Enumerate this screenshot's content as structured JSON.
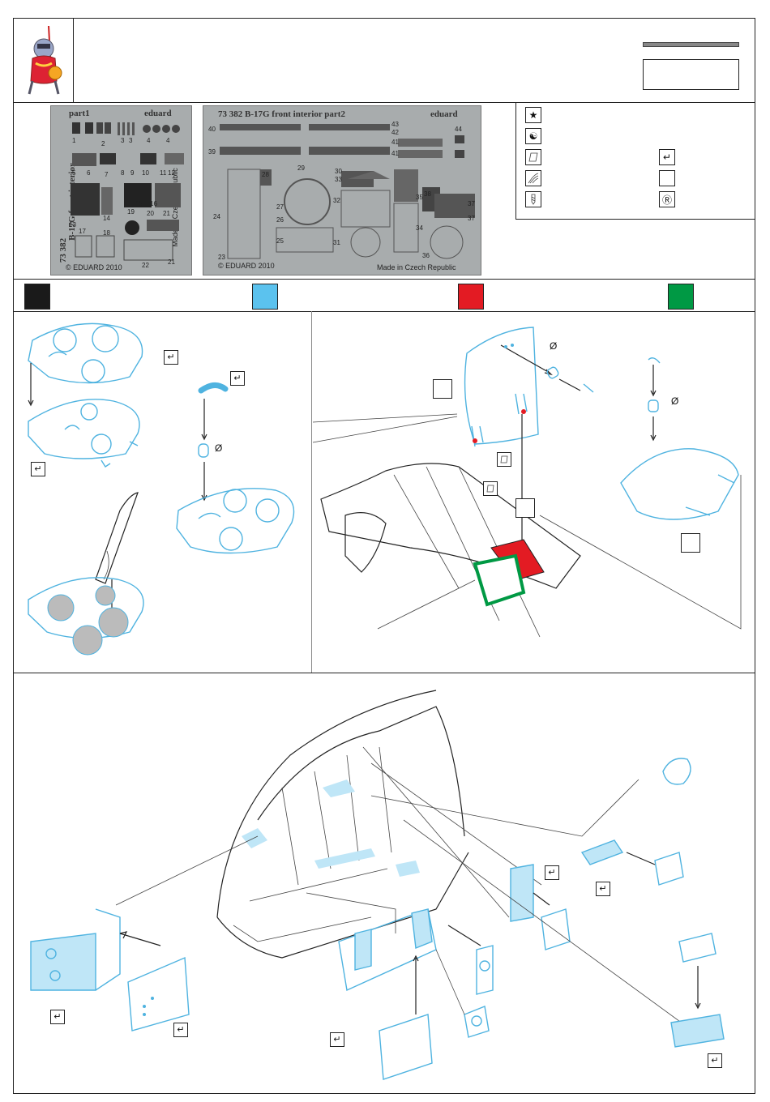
{
  "sheet1": {
    "label_part": "part1",
    "label_brand": "eduard",
    "label_title": "B-17G front interior",
    "label_code": "73 382",
    "copyright": "© EDUARD 2010",
    "made_in": "Made in Czech Republic",
    "part_numbers": [
      "1",
      "2",
      "3",
      "3",
      "4",
      "4",
      "5",
      "6",
      "7",
      "8",
      "9",
      "10",
      "11",
      "12",
      "13",
      "14",
      "15",
      "16",
      "17",
      "18",
      "19",
      "20",
      "21",
      "21",
      "22"
    ]
  },
  "sheet2": {
    "label_title": "73 382  B-17G front interior   part2",
    "label_brand": "eduard",
    "copyright": "© EDUARD 2010",
    "made_in": "Made in Czech Republic",
    "part_numbers": [
      "40",
      "43",
      "42",
      "41",
      "41",
      "44",
      "39",
      "23",
      "24",
      "25",
      "26",
      "27",
      "28",
      "29",
      "30",
      "31",
      "32",
      "33",
      "34",
      "35",
      "36",
      "37",
      "37",
      "38"
    ]
  },
  "legend": {
    "icons": [
      "star-icon",
      "yin-yang-icon",
      "fold-icon",
      "bend-icon",
      "drill-icon"
    ],
    "right_icons": [
      "checkmark-icon",
      "square-icon",
      "r-circle-icon"
    ],
    "checkmark_glyph": "↵",
    "r_glyph": "Ⓡ"
  },
  "colors": {
    "swatches": [
      "#1a1a1a",
      "#5bc2ee",
      "#e31b23",
      "#009944"
    ]
  },
  "step_marks": {
    "check_glyph": "↵",
    "diameter_glyph": "Ø"
  }
}
